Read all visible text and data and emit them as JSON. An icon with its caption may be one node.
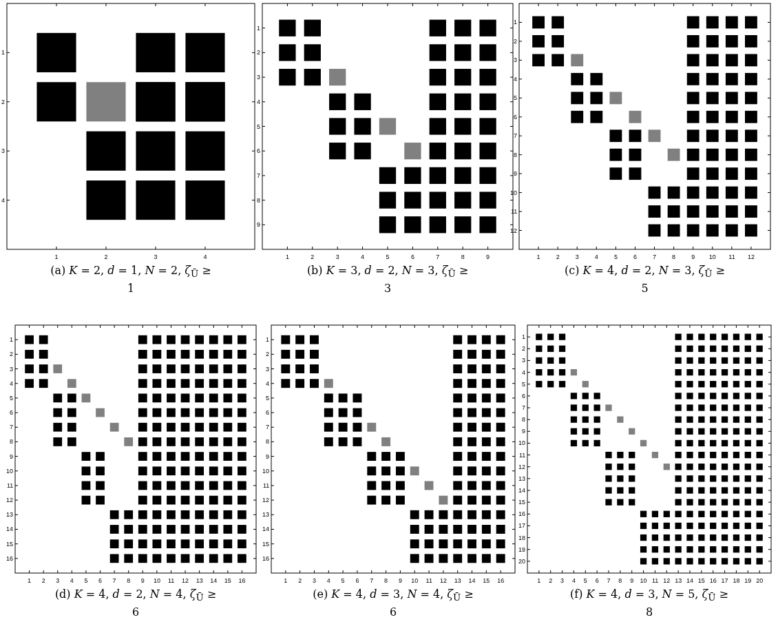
{
  "diagram": {
    "labels": [
      "1",
      "2",
      "3",
      "4",
      "1",
      "2",
      "3",
      "4",
      "1",
      "2",
      "3",
      "4",
      "5",
      "6",
      "7",
      "8",
      "9",
      "1",
      "2",
      "3",
      "4",
      "5",
      "6",
      "7",
      "8",
      "9",
      "1",
      "2",
      "3",
      "4",
      "5",
      "6",
      "7",
      "8",
      "9",
      "10",
      "11",
      "12",
      "1",
      "2",
      "3",
      "4",
      "5",
      "6",
      "7",
      "8",
      "9",
      "10",
      "11",
      "12",
      "(a) *K* = 2, *d* = 1, *N* = 2, *ζ*$_{Ū}$ ≥ 1",
      "(b) *K* = 3, *d* = 2, *N* = 3, *ζ*$_{Ū}$ ≥ 3",
      "(c) *K* = 4, *d* = 2, *N* = 3, *ζ*$_{Ū}$ ≥ 5",
      "1",
      "2",
      "3",
      "4",
      "5",
      "6",
      "7",
      "8",
      "9",
      "10",
      "11",
      "12",
      "13",
      "14",
      "15",
      "16",
      "1",
      "2",
      "3",
      "4",
      "5",
      "6",
      "7",
      "8",
      "9",
      "10",
      "11",
      "12",
      "13",
      "14",
      "15",
      "16",
      "1",
      "2",
      "3",
      "4",
      "5",
      "6",
      "7",
      "8",
      "9",
      "10",
      "11",
      "12",
      "13",
      "14",
      "15",
      "16",
      "1",
      "2",
      "3",
      "4",
      "5",
      "6",
      "7",
      "8",
      "9",
      "10",
      "11",
      "12",
      "13",
      "14",
      "15",
      "16",
      "1",
      "2",
      "3",
      "4",
      "5",
      "6",
      "7",
      "8",
      "9",
      "10",
      "11",
      "12",
      "13",
      "14",
      "15",
      "16",
      "17",
      "18",
      "19",
      "20",
      "1",
      "2",
      "3",
      "4",
      "5",
      "6",
      "7",
      "8",
      "9",
      "10",
      "11",
      "12",
      "13",
      "14",
      "15",
      "16",
      "17",
      "18",
      "19",
      "20",
      "(d) *K* = 4, *d* = 2, *N* = 4, *ζ*$_{Ū}$ ≥ 6",
      "(e) *K* = 4, *d* = 3, *N* = 4, *ζ*$_{Ū}$ ≥ 6",
      "(f) *K* = 4, *d* = 3, *N* = 5, *ζ*$_{Ū}$ ≥ 8"
    ]
  }
}
